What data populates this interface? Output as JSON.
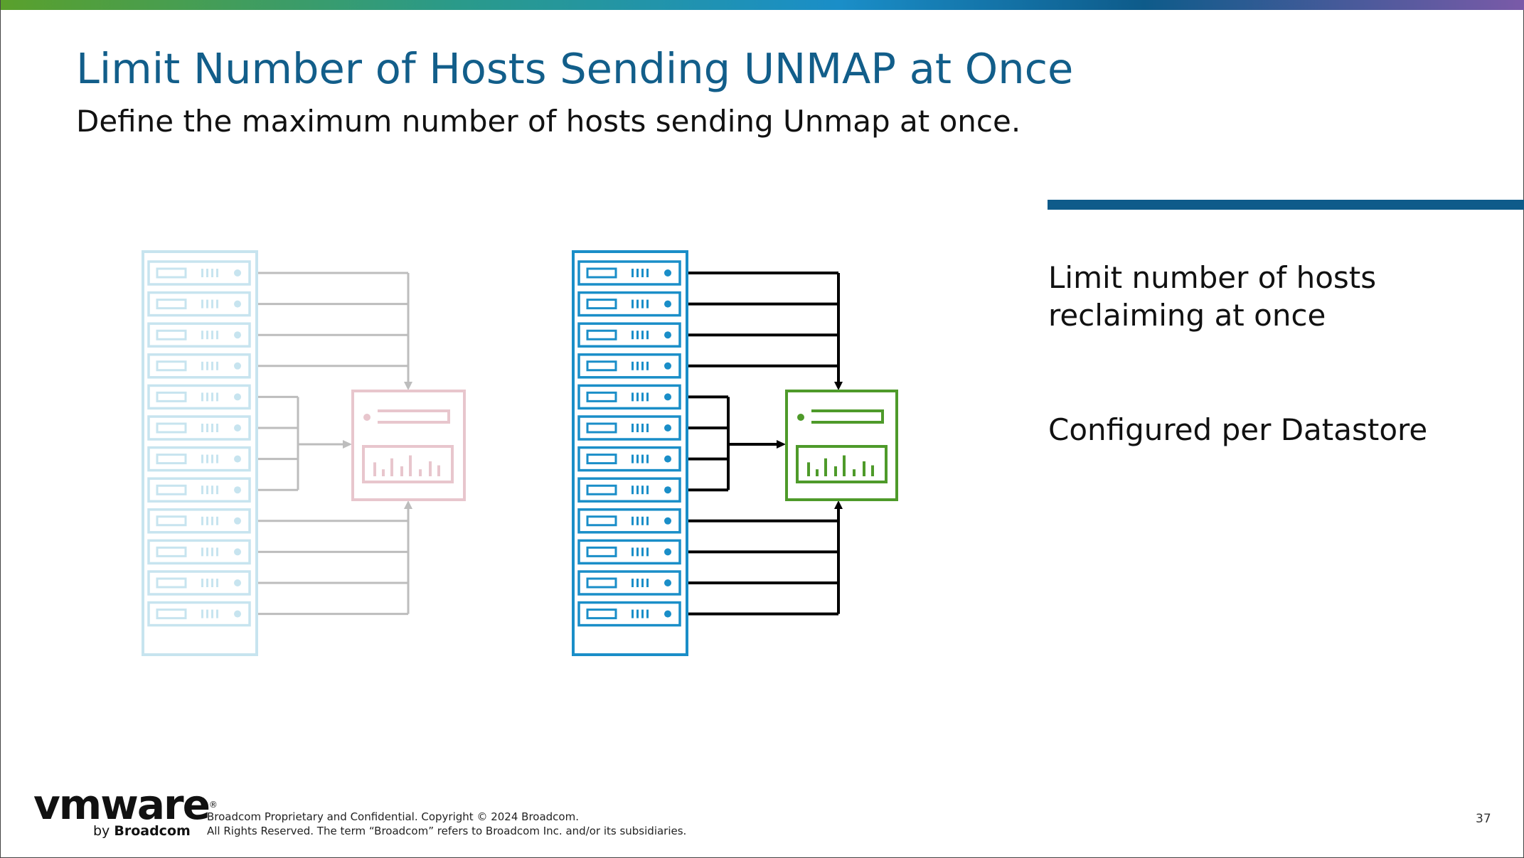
{
  "slide": {
    "title": "Limit Number of Hosts Sending UNMAP at Once",
    "subtitle": "Define the maximum number of hosts sending Unmap at once.",
    "points": [
      "Limit number of hosts reclaiming at once",
      "Configured per Datastore"
    ],
    "page_number": "37"
  },
  "diagram": {
    "host_count_per_rack": 12,
    "racks": [
      {
        "state": "faded",
        "rack_color": "#c7e4ef",
        "line_color": "#bdbdbd",
        "storage_color": "#e8c6cd"
      },
      {
        "state": "active",
        "rack_color": "#1a8ec8",
        "line_color": "#000000",
        "storage_color": "#4e9a2a"
      }
    ]
  },
  "footer": {
    "logo_text": "vmware",
    "logo_registered": "®",
    "logo_by": "by",
    "logo_company": "Broadcom",
    "copyright_line1": "Broadcom Proprietary and Confidential. Copyright © 2024 Broadcom.",
    "copyright_line2": "All Rights Reserved. The term “Broadcom” refers to Broadcom Inc. and/or its subsidiaries."
  }
}
